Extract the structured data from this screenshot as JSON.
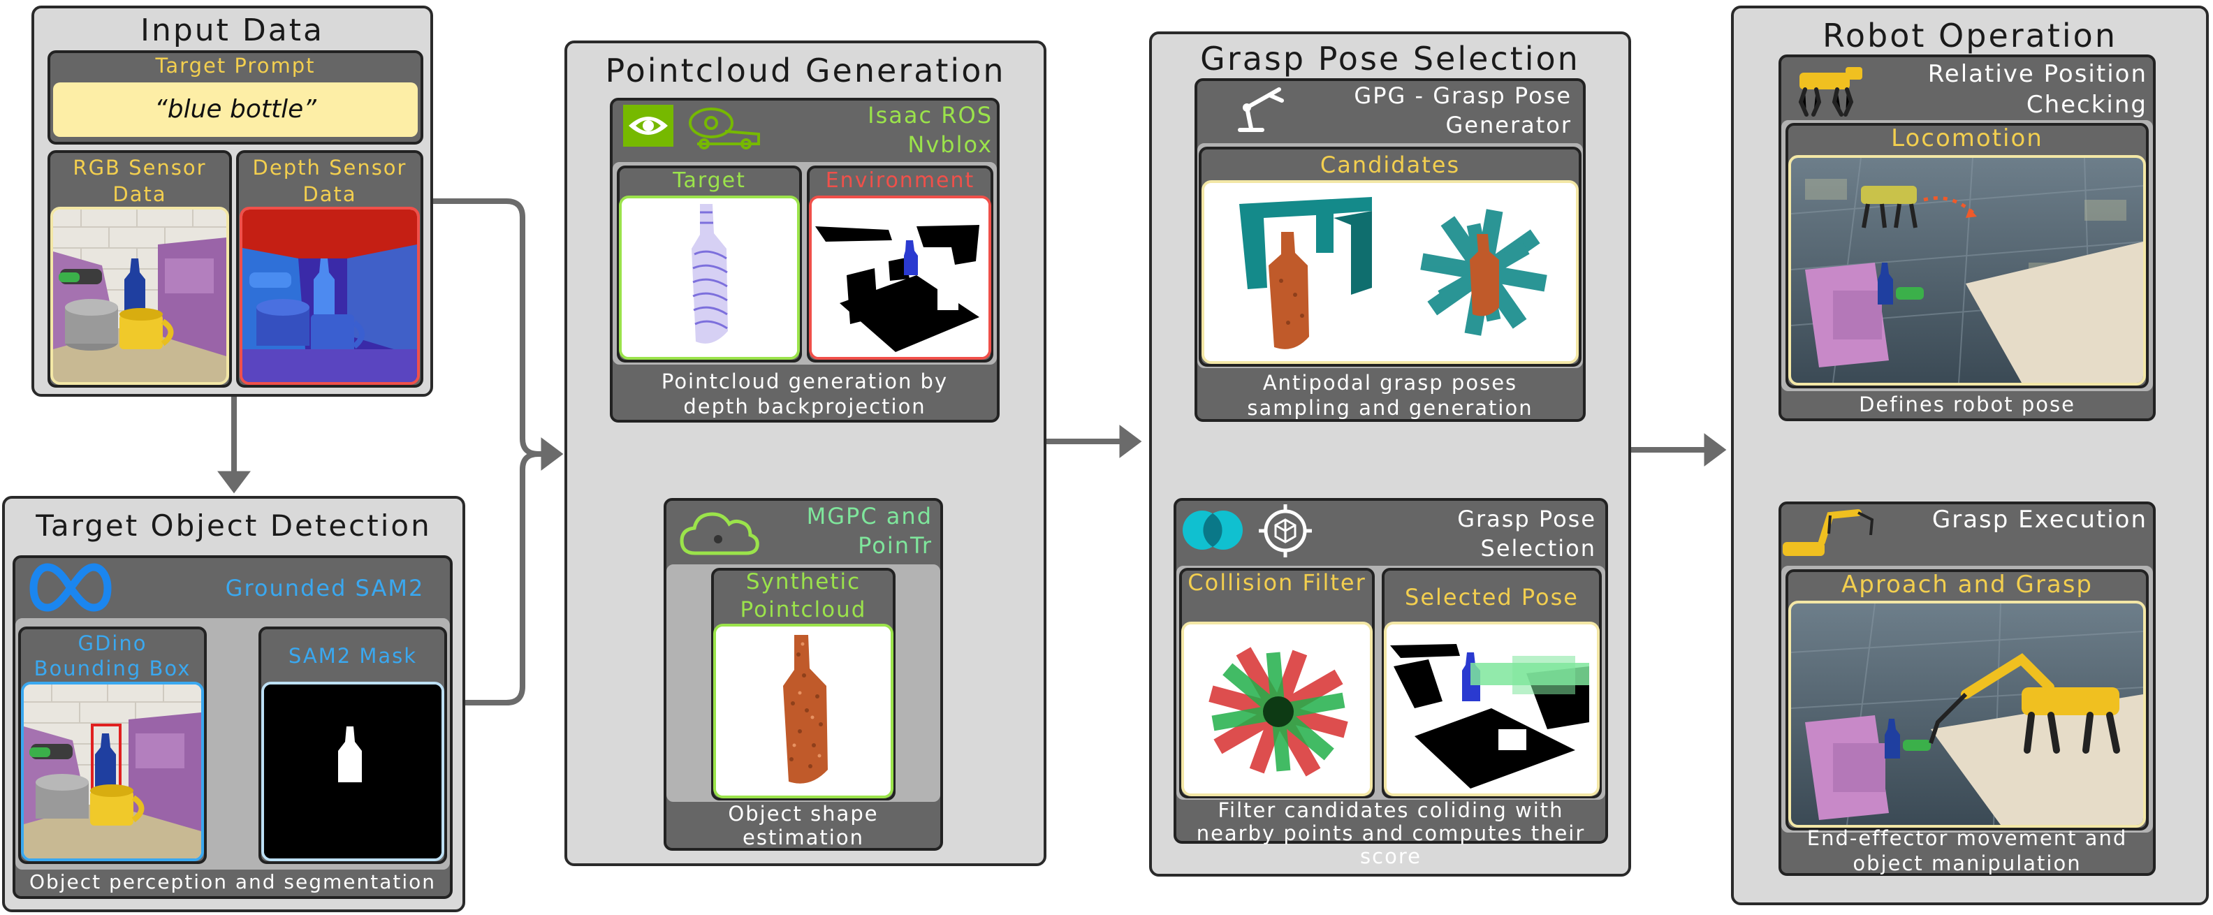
{
  "input": {
    "title": "Input Data",
    "prompt_label": "Target Prompt",
    "prompt_value": "“blue bottle”",
    "rgb_label": "RGB Sensor Data",
    "depth_label": "Depth Sensor Data"
  },
  "detection": {
    "title": "Target Object Detection",
    "model": "Grounded SAM2",
    "gdino_label": "GDino Bounding Box",
    "sam2_label": "SAM2 Mask",
    "caption": "Object perception and segmentation"
  },
  "pointcloud": {
    "title": "Pointcloud Generation",
    "tool": "Isaac ROS Nvblox",
    "target_label": "Target",
    "environment_label": "Environment",
    "caption": "Pointcloud generation by depth backprojection",
    "completion_tool": "MGPC and PoinTr",
    "synthetic_label": "Synthetic Pointcloud",
    "completion_caption": "Object shape estimation"
  },
  "grasp": {
    "title": "Grasp Pose Selection",
    "gpg_label": "GPG - Grasp Pose Generator",
    "candidates_label": "Candidates",
    "candidates_caption": "Antipodal grasp poses sampling and generation",
    "selection_label": "Grasp Pose Selection",
    "collision_label": "Collision Filter",
    "selected_label": "Selected Pose",
    "selection_caption": "Filter candidates coliding with nearby points and computes their score"
  },
  "robot": {
    "title": "Robot Operation",
    "relative_label": "Relative Position Checking",
    "locomotion_label": "Locomotion",
    "locomotion_caption": "Defines robot pose",
    "execution_label": "Grasp Execution",
    "approach_label": "Aproach and Grasp",
    "execution_caption": "End-effector movement and object manipulation"
  },
  "colors": {
    "panel": "#d9d9d9",
    "dark_box": "#666666",
    "yellow": "#f3cf4f",
    "green": "#9be34b",
    "light_green": "#7fe69c",
    "red": "#f0504a",
    "blue": "#3aa8f0",
    "arrow": "#6b6b6b"
  }
}
